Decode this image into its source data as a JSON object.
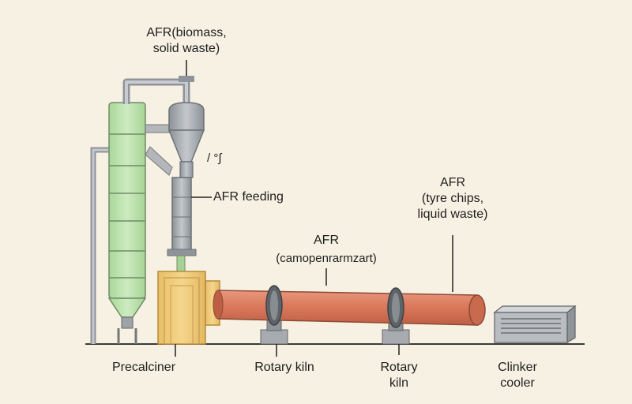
{
  "colors": {
    "background": "#f7f1e3",
    "preheater_tower": "#bfe3b0",
    "calciner_box": "#f0cc7a",
    "kiln": "#d9775a",
    "steel": "#9ea3a8",
    "cooler": "#b9bcc0"
  },
  "labels": {
    "afr_top_line1": "AFR(biomass,",
    "afr_top_line2": "solid waste)",
    "squiggle": "/ °∫",
    "afr_feeding": "AFR feeding",
    "afr_mid_title": "AFR",
    "afr_mid_sub": "(camopenrarmzart)",
    "afr_right_title": "AFR",
    "afr_right_line2": "(tyre chips,",
    "afr_right_line3": "liquid waste)",
    "precalciner": "Precalciner",
    "rotary_kiln_1": "Rotary kiln",
    "rotary_kiln_2_line1": "Rotary",
    "rotary_kiln_2_line2": "kiln",
    "clinker_line1": "Clinker",
    "clinker_line2": "cooler"
  },
  "icons": [
    "preheater-tower",
    "cyclone",
    "riser-duct",
    "precalciner-box",
    "rotary-kiln-drum",
    "kiln-tyre",
    "kiln-support",
    "clinker-cooler"
  ]
}
